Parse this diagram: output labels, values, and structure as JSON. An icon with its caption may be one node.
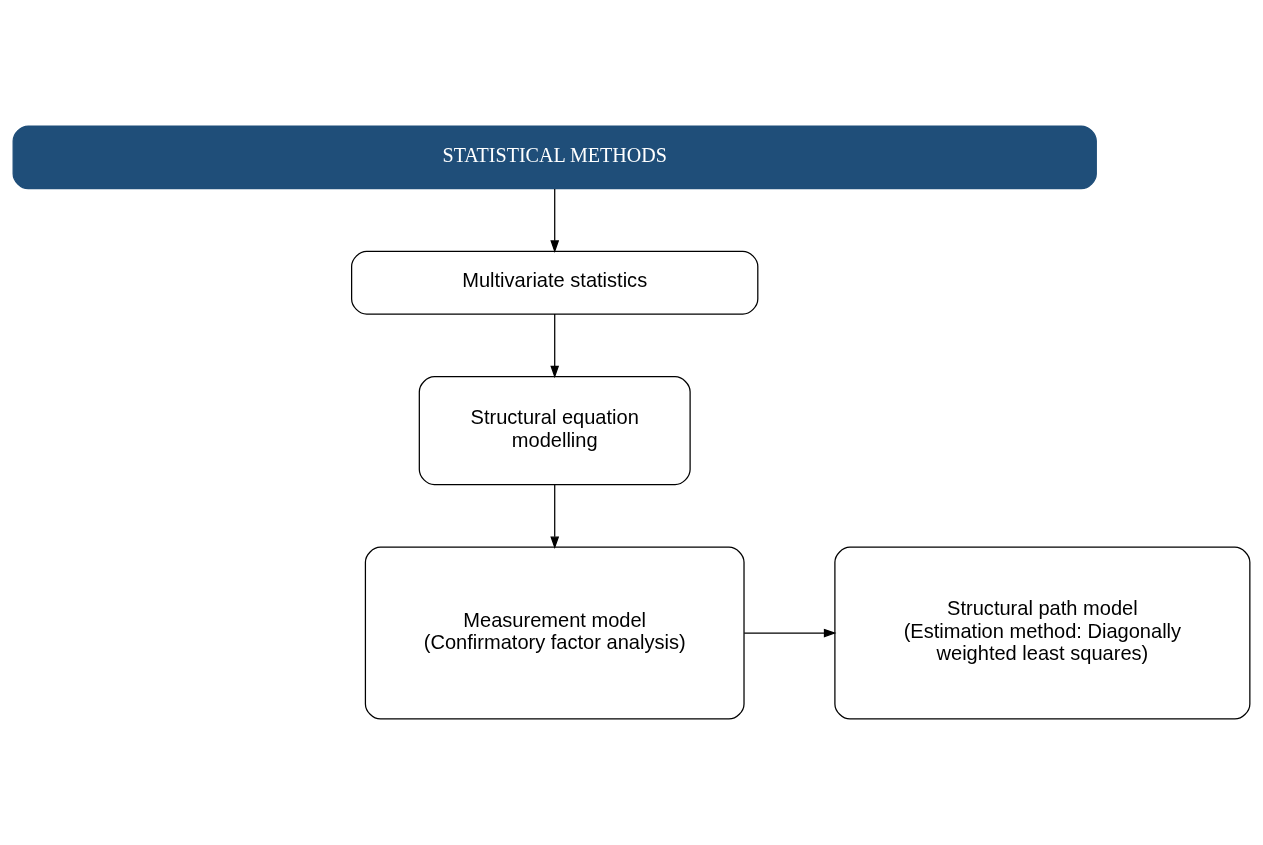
{
  "diagram": {
    "nodes": [
      {
        "text": [
          "STATISTICAL METHODS"
        ]
      },
      {
        "text": [
          "Multivariate statistics"
        ]
      },
      {
        "text": [
          "Structural equation modelling"
        ]
      },
      {
        "text": [
          "Measurement model",
          "(Confirmatory factor analysis)"
        ]
      },
      {
        "text": [
          "Structural path model",
          "(Estimation method: Diagonally weighted least squares)"
        ]
      }
    ],
    "edges": [
      {
        "from": 0,
        "to": 1,
        "arrow": "to"
      },
      {
        "from": 1,
        "to": 2,
        "arrow": "to"
      },
      {
        "from": 2,
        "to": 3,
        "arrow": "to"
      },
      {
        "from": 3,
        "to": 4,
        "arrow": "to"
      }
    ]
  }
}
